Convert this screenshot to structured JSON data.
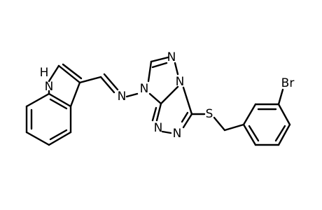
{
  "molecule": {
    "labels": {
      "indole_nh": "H",
      "indole_n": "N",
      "imine_n": "N",
      "triazole_n4": "N",
      "ring_n_top": "N",
      "ring_n_bridge": "N",
      "ring_n_low1": "N",
      "ring_n_low2": "N",
      "thioether_s": "S",
      "bromine": "Br"
    }
  }
}
